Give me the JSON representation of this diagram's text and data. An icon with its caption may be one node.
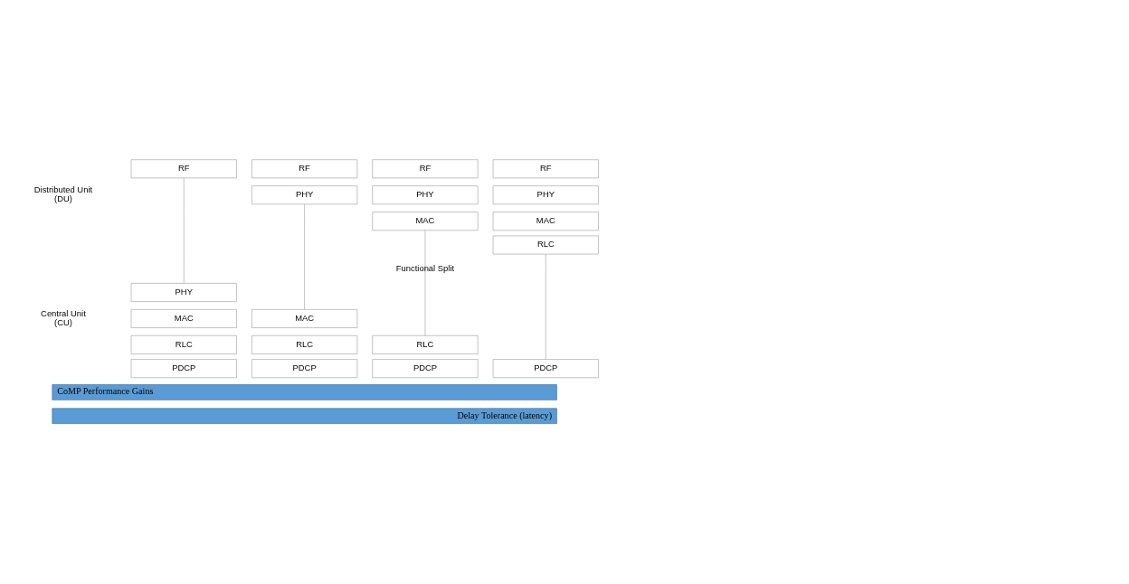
{
  "diagram": {
    "nodes": [
      {
        "text": [
          "RF"
        ]
      },
      {
        "text": [
          "RF"
        ]
      },
      {
        "text": [
          "RF"
        ]
      },
      {
        "text": [
          "RF"
        ]
      },
      {
        "text": [
          "PHY"
        ]
      },
      {
        "text": [
          "PHY"
        ]
      },
      {
        "text": [
          "PHY"
        ]
      },
      {
        "text": [
          "MAC"
        ]
      },
      {
        "text": [
          "MAC"
        ]
      },
      {
        "text": [
          "RLC"
        ]
      },
      {
        "text": [
          "PHY"
        ]
      },
      {
        "text": [
          "MAC"
        ]
      },
      {
        "text": [
          "MAC"
        ]
      },
      {
        "text": [
          "RLC"
        ]
      },
      {
        "text": [
          "RLC"
        ]
      },
      {
        "text": [
          "RLC"
        ]
      },
      {
        "text": [
          "PDCP"
        ]
      },
      {
        "text": [
          "PDCP"
        ]
      },
      {
        "text": [
          "PDCP"
        ]
      },
      {
        "text": [
          "PDCP"
        ]
      },
      {
        "text": [
          "CoMP Performance Gains"
        ]
      },
      {
        "text": [
          "Delay Tolerance (latency)"
        ]
      }
    ],
    "edges": [
      {
        "from": 0,
        "to": 10,
        "arrow": "none"
      },
      {
        "from": 4,
        "to": 12,
        "arrow": "none"
      },
      {
        "from": 7,
        "to": 15,
        "arrow": "none"
      },
      {
        "from": 9,
        "to": 19,
        "arrow": "none"
      }
    ],
    "labels": [
      "Distributed Unit (DU)",
      "Functional Split",
      "Central Unit (CU)"
    ]
  }
}
